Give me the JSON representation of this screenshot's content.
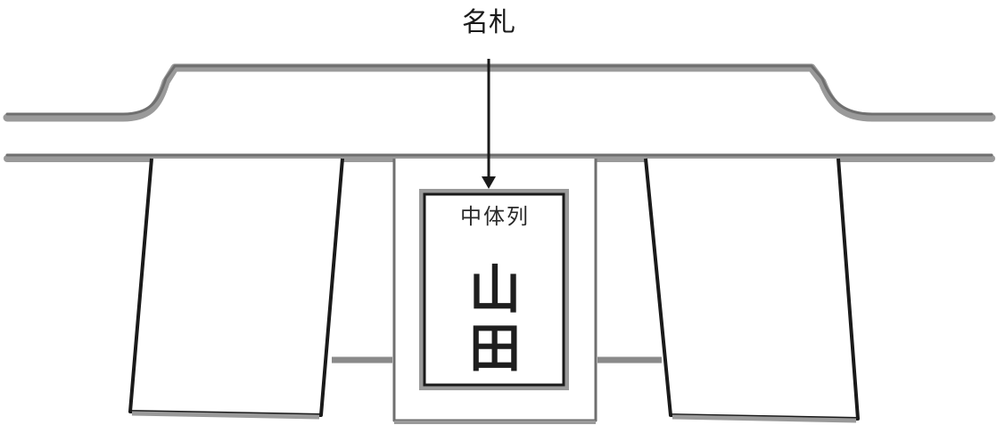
{
  "callout": {
    "label": "名札"
  },
  "nameplate": {
    "header_text": "中体列",
    "name_line_1": "山",
    "name_line_2": "田"
  },
  "colors": {
    "outline": "#1a1a1a",
    "beam": "#8a8a8a",
    "background": "#ffffff"
  }
}
